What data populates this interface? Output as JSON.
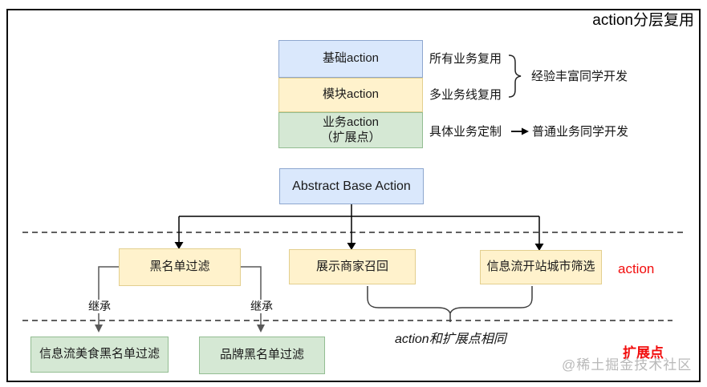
{
  "title": "action分层复用",
  "layer_stack": {
    "layers": [
      {
        "label": "基础action",
        "note": "所有业务复用"
      },
      {
        "label": "模块action",
        "note": "多业务线复用"
      },
      {
        "label": "业务action",
        "label2": "（扩展点）",
        "note": "具体业务定制"
      }
    ],
    "experienced_note": "经验丰富同学开发",
    "ordinary_note": "普通业务同学开发"
  },
  "tree": {
    "root_label": "Abstract Base Action",
    "action_nodes": [
      "黑名单过滤",
      "展示商家召回",
      "信息流开站城市筛选"
    ],
    "action_row_label": "action",
    "inherit_label": "继承",
    "extension_nodes": [
      "信息流美食黑名单过滤",
      "品牌黑名单过滤"
    ],
    "extension_row_label": "扩展点",
    "equivalence_note": "action和扩展点相同"
  },
  "watermark": "@稀土掘金技术社区",
  "colors": {
    "blue_fill": "#dae8fc",
    "blue_border": "#8ea7cf",
    "yellow_fill": "#fff2cc",
    "yellow_border": "#e3cf8e",
    "green_fill": "#d5e8d4",
    "green_border": "#93bd92",
    "red_text": "#f20d0d",
    "line_black": "#000000",
    "line_gray": "#595959",
    "watermark_gray": "#b9b9b9"
  }
}
